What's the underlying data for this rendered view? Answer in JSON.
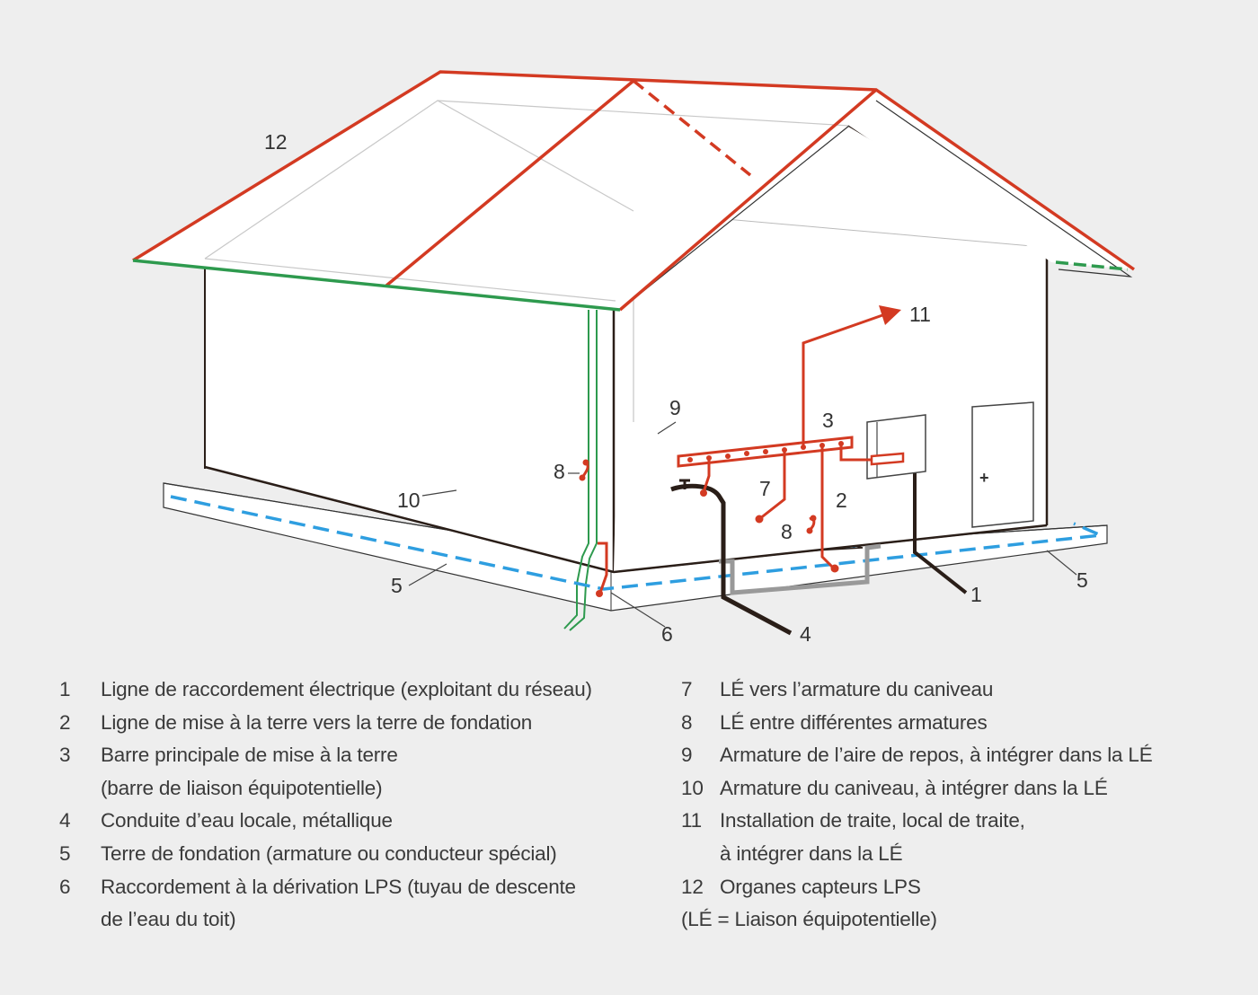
{
  "diagram": {
    "title_hidden": "",
    "callouts": {
      "c1": "1",
      "c2": "2",
      "c3": "3",
      "c4": "4",
      "c5a": "5",
      "c5b": "5",
      "c6": "6",
      "c7": "7",
      "c8a": "8",
      "c8b": "8",
      "c9": "9",
      "c10": "10",
      "c11": "11",
      "c12": "12"
    },
    "colors": {
      "background": "#eeeeee",
      "lps_red": "#d33a22",
      "downpipe_green": "#2e9a4e",
      "foundation_blue": "#2e9ee0",
      "pipe_dark": "#2a1e18",
      "mesh_blue": "#5db3e6"
    }
  },
  "legend": {
    "left": [
      {
        "num": "1",
        "text": "Ligne de raccordement électrique (exploitant du réseau)"
      },
      {
        "num": "2",
        "text": "Ligne de mise à la terre vers la terre de fondation"
      },
      {
        "num": "3",
        "text": "Barre principale de mise à la terre",
        "cont": "(barre de liaison équipotentielle)"
      },
      {
        "num": "4",
        "text": "Conduite d’eau locale, métallique"
      },
      {
        "num": "5",
        "text": "Terre de fondation (armature ou conducteur spécial)"
      },
      {
        "num": "6",
        "text": "Raccordement à la dérivation LPS (tuyau de descente",
        "cont": "de l’eau du toit)"
      }
    ],
    "right": [
      {
        "num": "7",
        "text": "LÉ vers l’armature du caniveau"
      },
      {
        "num": "8",
        "text": "LÉ entre différentes armatures"
      },
      {
        "num": "9",
        "text": "Armature de l’aire de repos, à intégrer dans la LÉ"
      },
      {
        "num": "10",
        "text": "Armature du caniveau, à intégrer dans la LÉ"
      },
      {
        "num": "11",
        "text": "Installation de traite, local de traite,",
        "cont": "à intégrer dans la LÉ"
      },
      {
        "num": "12",
        "text": "Organes capteurs LPS"
      }
    ],
    "note": "(LÉ = Liaison équipotentielle)"
  }
}
